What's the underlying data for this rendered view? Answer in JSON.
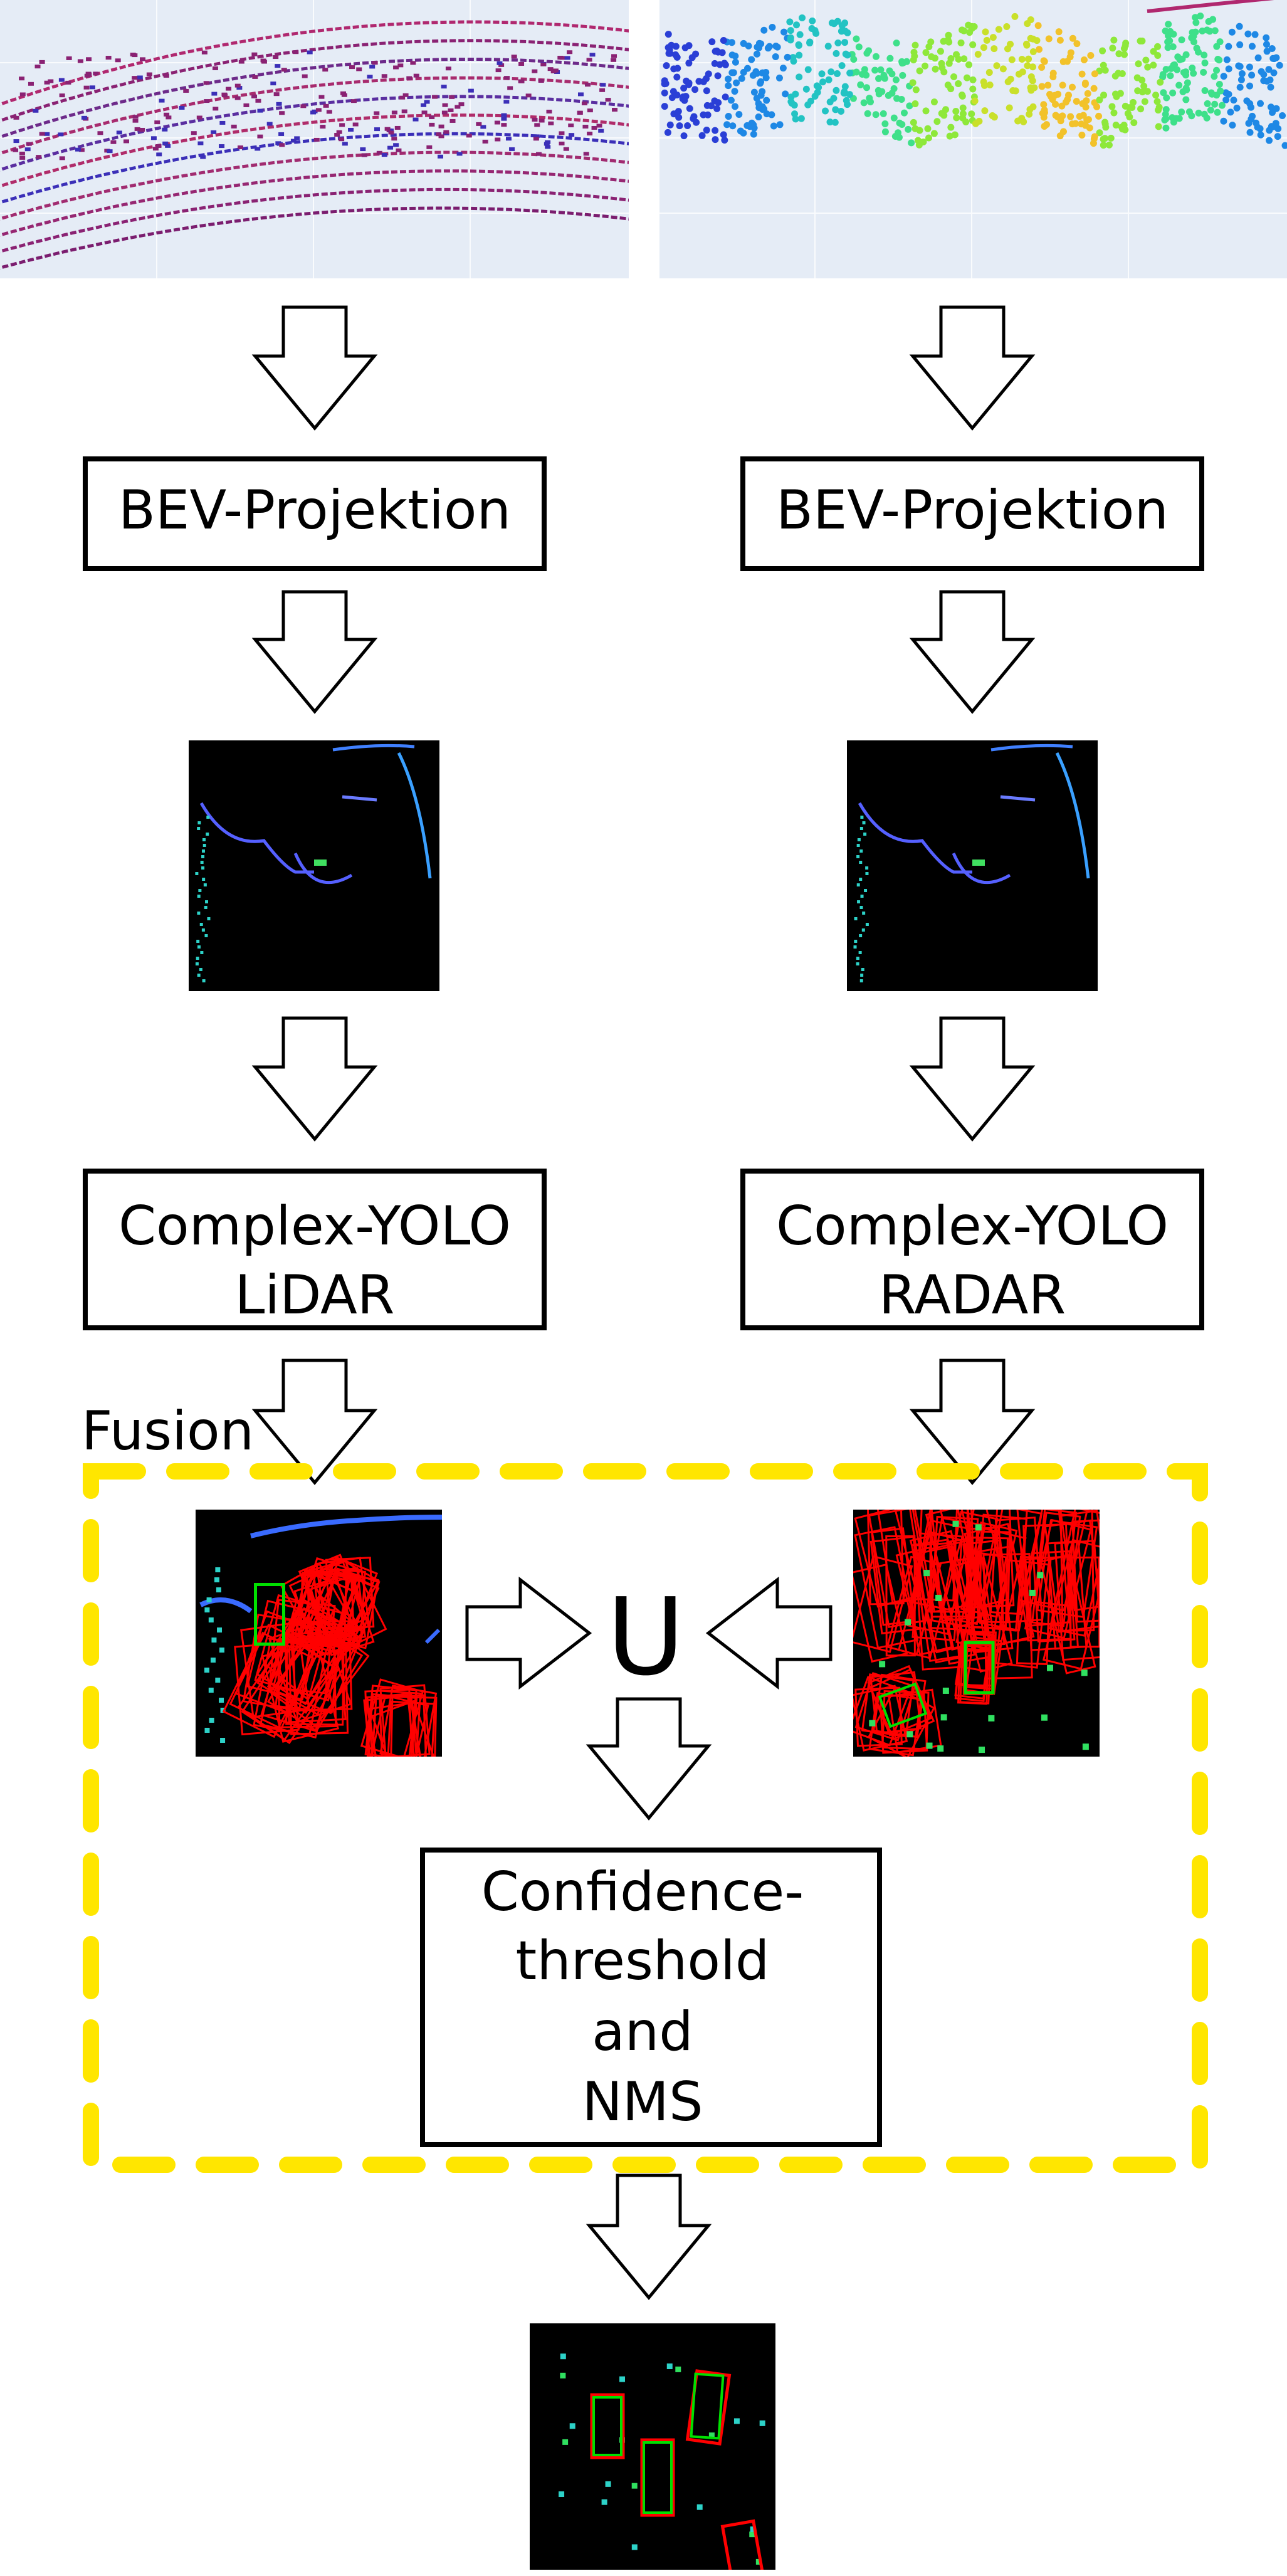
{
  "left_branch": {
    "projection_label": "BEV-Projektion",
    "model_label_line1": "Complex-YOLO",
    "model_label_line2": "LiDAR"
  },
  "right_branch": {
    "projection_label": "BEV-Projektion",
    "model_label_line1": "Complex-YOLO",
    "model_label_line2": "RADAR"
  },
  "fusion": {
    "label": "Fusion",
    "union_symbol": "U",
    "postprocess_lines": [
      "Confidence-",
      "threshold",
      "and",
      "NMS"
    ],
    "border_color": "#ffe600"
  },
  "colors": {
    "box_detection": "#ff0000",
    "box_ground_truth": "#00e000",
    "plot_background": "#e5ecf6"
  }
}
